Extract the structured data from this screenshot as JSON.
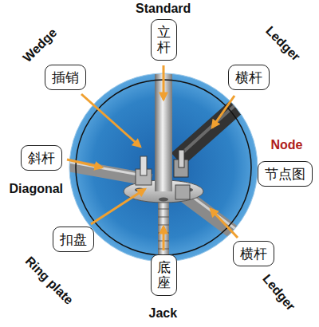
{
  "diagram": {
    "nodes": [
      {
        "text": [
          "Standard",
          "立杆"
        ]
      },
      {
        "text": [
          "Wedge",
          "插销"
        ]
      },
      {
        "text": [
          "Ledger",
          "横杆"
        ]
      },
      {
        "text": [
          "Diagonal",
          "斜杆"
        ]
      },
      {
        "text": [
          "Node",
          "节点图"
        ]
      },
      {
        "text": [
          "Ring plate",
          "扣盘"
        ]
      },
      {
        "text": [
          "Ledger",
          "横杆"
        ]
      },
      {
        "text": [
          "Jack",
          "底座"
        ]
      }
    ]
  }
}
